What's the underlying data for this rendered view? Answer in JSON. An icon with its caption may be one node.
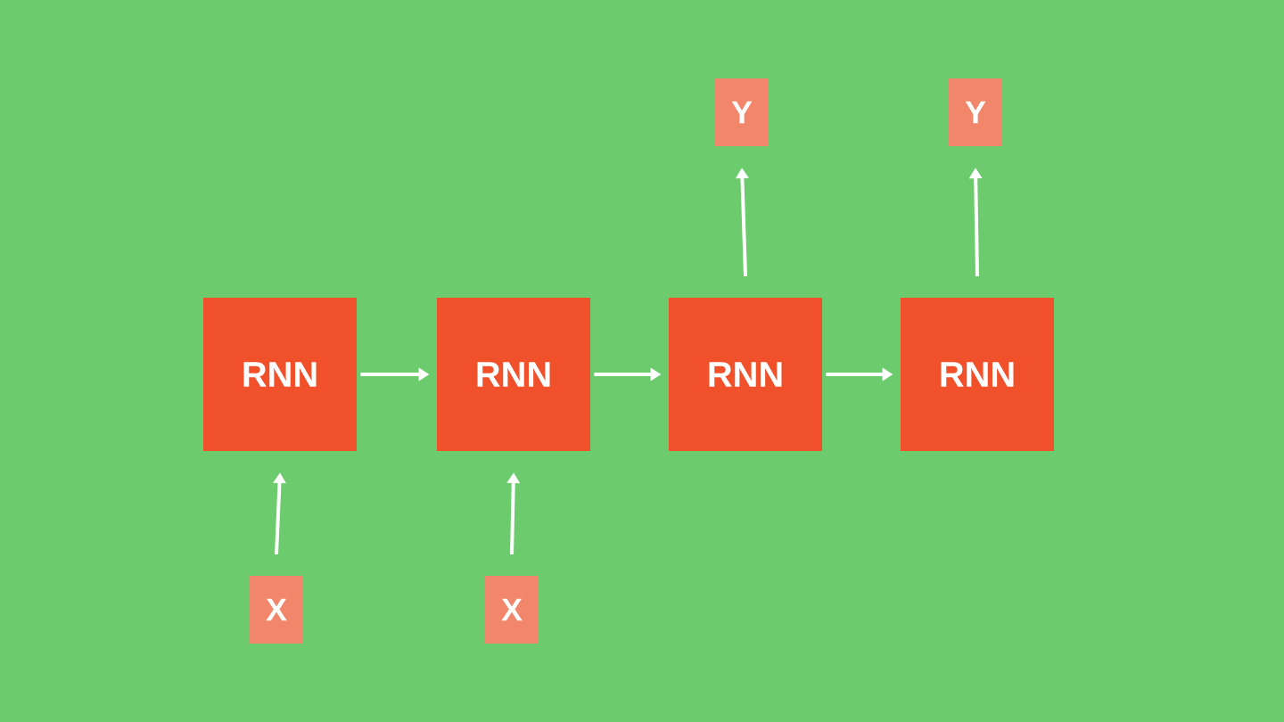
{
  "diagram": {
    "nodes": [
      {
        "text": [
          "Y"
        ]
      },
      {
        "text": [
          "Y"
        ]
      },
      {
        "text": [
          "RNN"
        ]
      },
      {
        "text": [
          "RNN"
        ]
      },
      {
        "text": [
          "RNN"
        ]
      },
      {
        "text": [
          "RNN"
        ]
      },
      {
        "text": [
          "X"
        ]
      },
      {
        "text": [
          "X"
        ]
      }
    ],
    "edges": [
      {
        "from": 2,
        "to": 3,
        "arrow": "to"
      },
      {
        "from": 3,
        "to": 4,
        "arrow": "to"
      },
      {
        "from": 4,
        "to": 5,
        "arrow": "to"
      },
      {
        "from": 6,
        "to": 2,
        "arrow": "to"
      },
      {
        "from": 7,
        "to": 3,
        "arrow": "to"
      },
      {
        "from": 4,
        "to": 0,
        "arrow": "to"
      },
      {
        "from": 5,
        "to": 1,
        "arrow": "to"
      }
    ]
  }
}
